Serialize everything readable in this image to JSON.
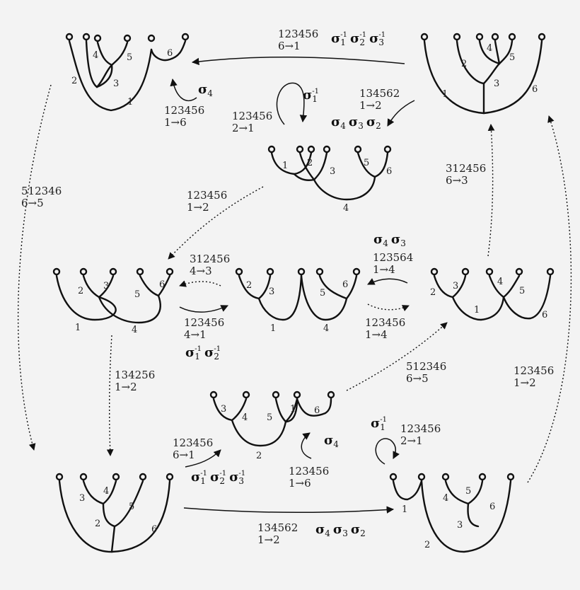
{
  "labels": {
    "top_arrow": "123456\n6→1",
    "self_loop_top_left": "123456\n1→6",
    "self_loop_top_center": "123456\n2→1",
    "top_right_to_center": "134562\n1→2",
    "left_side": "512346\n6→5",
    "center_to_left": "123456\n1→2",
    "right_upper": "312456\n6→3",
    "mid_left_upper": "312456\n4→3",
    "mid_left_lower": "123456\n4→1",
    "mid_right_upper": "123564\n1→4",
    "mid_right_lower": "123456\n1→4",
    "left_mid_down": "134256\n1→2",
    "lower_center_up": "512346\n6→5",
    "right_side": "123456\n1→2",
    "bottom_left_up": "123456\n6→1",
    "bottom_center_loop": "123456\n1→6",
    "bottom_right_loop": "123456\n2→1",
    "bottom_arrow": "134562\n1→2"
  },
  "ops": {
    "top": [
      {
        "s": "σ",
        "e": "-1",
        "i": "1"
      },
      {
        "s": "σ",
        "e": "-1",
        "i": "2"
      },
      {
        "s": "σ",
        "e": "-1",
        "i": "3"
      }
    ],
    "top_left_loop": [
      {
        "s": "σ",
        "e": "",
        "i": "4"
      }
    ],
    "top_center_loop": [
      {
        "s": "σ",
        "e": "-1",
        "i": "1"
      }
    ],
    "top_right": [
      {
        "s": "σ",
        "e": "",
        "i": "4"
      },
      {
        "s": "σ",
        "e": "",
        "i": "3"
      },
      {
        "s": "σ",
        "e": "",
        "i": "2"
      }
    ],
    "mid_right": [
      {
        "s": "σ",
        "e": "",
        "i": "4"
      },
      {
        "s": "σ",
        "e": "",
        "i": "3"
      }
    ],
    "mid_left": [
      {
        "s": "σ",
        "e": "-1",
        "i": "1"
      },
      {
        "s": "σ",
        "e": "-1",
        "i": "2"
      }
    ],
    "bottom_center_loop": [
      {
        "s": "σ",
        "e": "",
        "i": "4"
      }
    ],
    "bottom_right_loop": [
      {
        "s": "σ",
        "e": "-1",
        "i": "1"
      }
    ],
    "bottom_left": [
      {
        "s": "σ",
        "e": "-1",
        "i": "1"
      },
      {
        "s": "σ",
        "e": "-1",
        "i": "2"
      },
      {
        "s": "σ",
        "e": "-1",
        "i": "3"
      }
    ],
    "bottom": [
      {
        "s": "σ",
        "e": "",
        "i": "4"
      },
      {
        "s": "σ",
        "e": "",
        "i": "3"
      },
      {
        "s": "σ",
        "e": "",
        "i": "2"
      }
    ]
  },
  "trees": {
    "t1": [
      "4",
      "5",
      "6",
      "2",
      "3",
      "1"
    ],
    "t2": [
      "2",
      "4",
      "5",
      "3",
      "1",
      "6"
    ],
    "t3": [
      "1",
      "2",
      "3",
      "5",
      "6",
      "4"
    ],
    "t4": [
      "2",
      "3",
      "5",
      "6",
      "1",
      "4"
    ],
    "t5": [
      "2",
      "3",
      "5",
      "6",
      "1",
      "4"
    ],
    "t6": [
      "2",
      "3",
      "4",
      "5",
      "1",
      "6"
    ],
    "t7": [
      "3",
      "4",
      "5",
      "1",
      "6",
      "2"
    ],
    "t8": [
      "3",
      "4",
      "5",
      "2",
      "6"
    ],
    "t9": [
      "1",
      "4",
      "5",
      "6",
      "3",
      "2"
    ]
  }
}
